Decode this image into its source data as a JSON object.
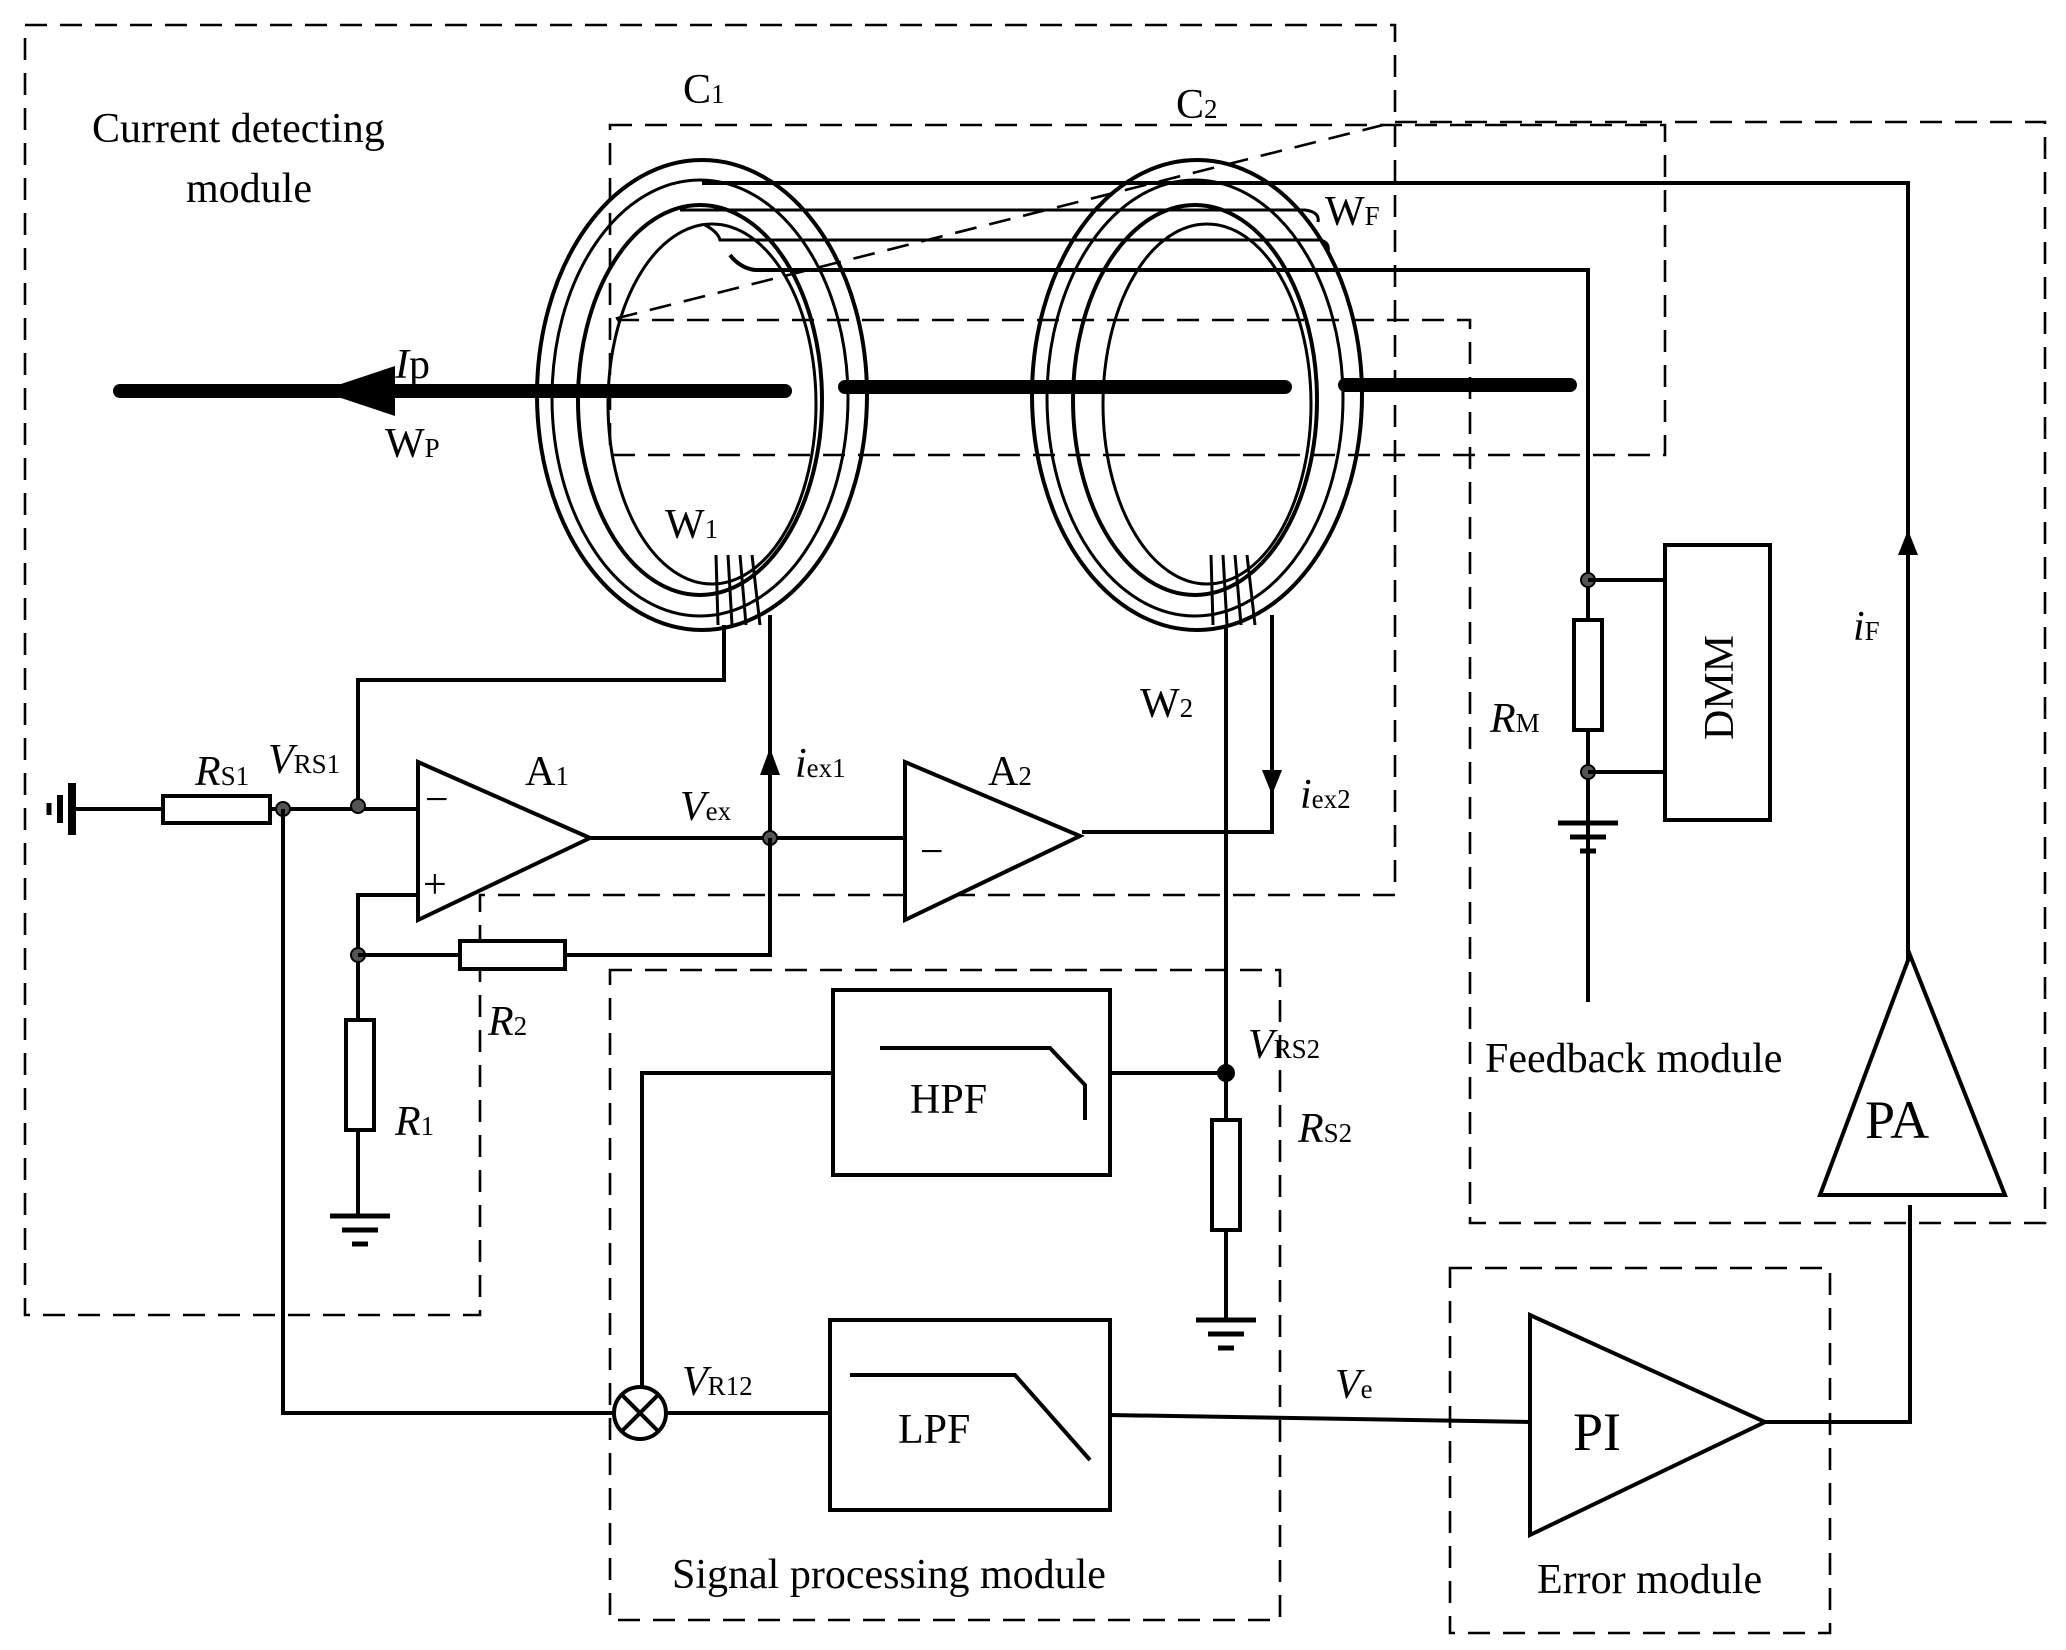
{
  "modules": {
    "current_detecting_line1": "Current detecting",
    "current_detecting_line2": "module",
    "signal_processing": "Signal processing module",
    "error": "Error module",
    "feedback": "Feedback module"
  },
  "cores": {
    "c1": "C",
    "c1_sub": "1",
    "c2": "C",
    "c2_sub": "2"
  },
  "windings": {
    "wp": "W",
    "wp_sub": "P",
    "w1": "W",
    "w1_sub": "1",
    "w2": "W",
    "w2_sub": "2",
    "wf": "W",
    "wf_sub": "F"
  },
  "currents": {
    "ip": "I",
    "ip_sub": "p",
    "iex1": "i",
    "iex1_sub": "ex1",
    "iex2": "i",
    "iex2_sub": "ex2",
    "if": "i",
    "if_sub": "F"
  },
  "voltages": {
    "vrs1": "V",
    "vrs1_sub": "RS1",
    "vex": "V",
    "vex_sub": "ex",
    "vrs2": "V",
    "vrs2_sub": "RS2",
    "vr12": "V",
    "vr12_sub": "R12",
    "ve": "V",
    "ve_sub": "e"
  },
  "resistors": {
    "rs1": "R",
    "rs1_sub": "S1",
    "r1": "R",
    "r1_sub": "1",
    "r2": "R",
    "r2_sub": "2",
    "rs2": "R",
    "rs2_sub": "S2",
    "rm": "R",
    "rm_sub": "M"
  },
  "amplifiers": {
    "a1": "A",
    "a1_sub": "1",
    "a2": "A",
    "a2_sub": "2",
    "minus": "−",
    "plus": "+"
  },
  "blocks": {
    "hpf": "HPF",
    "lpf": "LPF",
    "pi": "PI",
    "pa": "PA",
    "dmm": "DMM"
  }
}
